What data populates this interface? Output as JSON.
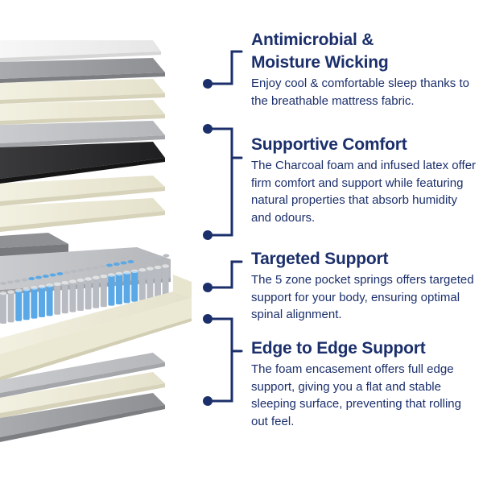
{
  "colors": {
    "heading": "#1b2f6b",
    "connector": "#1b2f6b",
    "spring_blue": "#5aa8e6",
    "spring_grey": "#b8bcc2",
    "foam_cream": "#ece9d6",
    "charcoal": "#2c2c2e"
  },
  "features": [
    {
      "title_lines": [
        "Antimicrobial &",
        "Moisture Wicking"
      ],
      "description": "Enjoy cool & comfortable sleep thanks to the breathable mattress fabric."
    },
    {
      "title_lines": [
        "Supportive Comfort"
      ],
      "description": "The Charcoal foam and infused latex offer firm comfort and support while featuring natural properties that absorb humidity and odours."
    },
    {
      "title_lines": [
        "Targeted Support"
      ],
      "description": "The 5 zone pocket springs offers targeted support for your body, ensuring optimal spinal alignment."
    },
    {
      "title_lines": [
        "Edge to Edge Support"
      ],
      "description": "The foam encasement offers full edge support, giving you a flat and stable sleeping surface, preventing that rolling out feel."
    }
  ]
}
